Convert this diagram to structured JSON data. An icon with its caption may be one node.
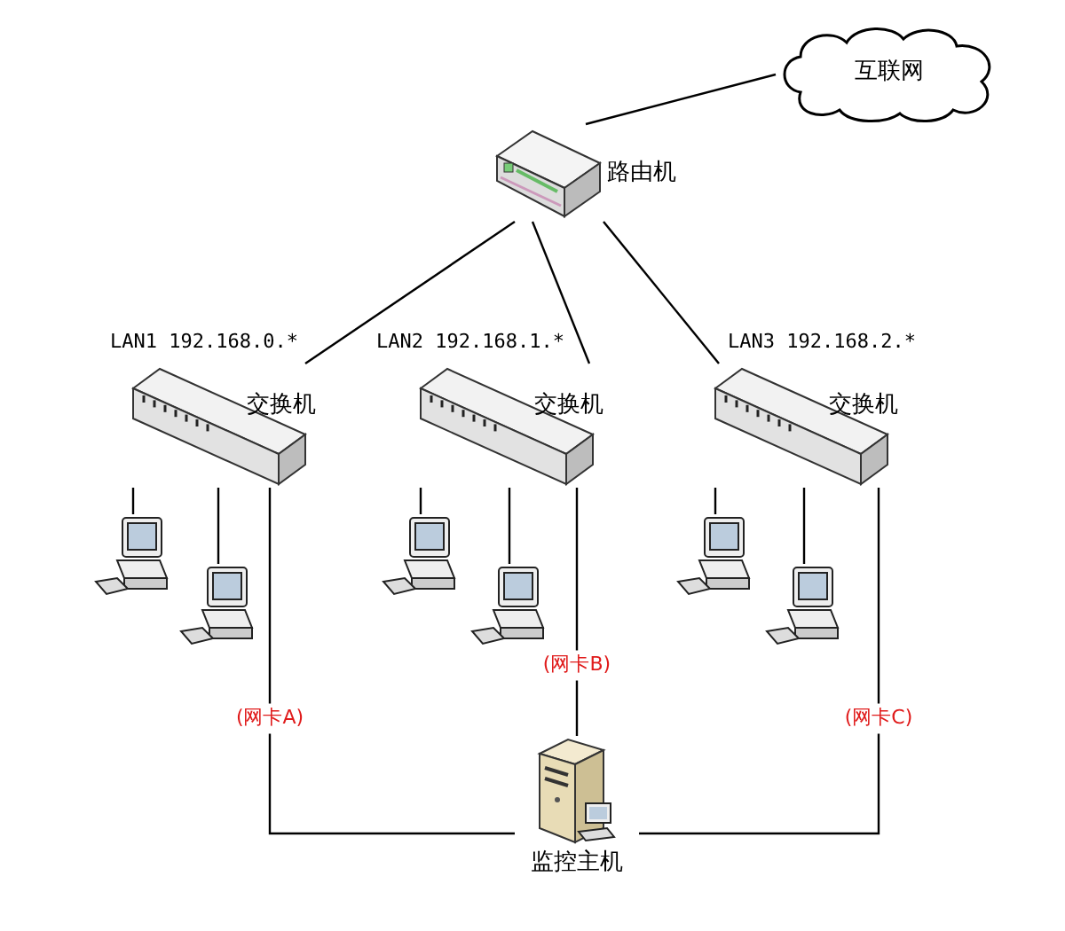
{
  "diagram": {
    "nodes": [
      {
        "text": [
          "互联网"
        ]
      },
      {
        "text": [
          "路由机"
        ]
      },
      {
        "text": [
          "交换机"
        ],
        "beside": [
          "LAN1 192.168.0.*"
        ]
      },
      {
        "text": [
          "交换机"
        ],
        "beside": [
          "LAN2 192.168.1.*"
        ]
      },
      {
        "text": [
          "交换机"
        ],
        "beside": [
          "LAN3 192.168.2.*"
        ]
      },
      {
        "text": [],
        "shape": "picture"
      },
      {
        "text": [],
        "shape": "picture"
      },
      {
        "text": [],
        "shape": "picture"
      },
      {
        "text": [],
        "shape": "picture"
      },
      {
        "text": [],
        "shape": "picture"
      },
      {
        "text": [],
        "shape": "picture"
      },
      {
        "text": [
          "监控主机"
        ]
      }
    ],
    "edges": [
      {
        "from": 1,
        "to": 0,
        "arrow": "none"
      },
      {
        "from": 1,
        "to": 2,
        "arrow": "none"
      },
      {
        "from": 1,
        "to": 3,
        "arrow": "none"
      },
      {
        "from": 1,
        "to": 4,
        "arrow": "none"
      },
      {
        "from": 2,
        "to": 5,
        "arrow": "none"
      },
      {
        "from": 2,
        "to": 6,
        "arrow": "none"
      },
      {
        "from": 3,
        "to": 7,
        "arrow": "none"
      },
      {
        "from": 3,
        "to": 8,
        "arrow": "none"
      },
      {
        "from": 4,
        "to": 9,
        "arrow": "none"
      },
      {
        "from": 4,
        "to": 10,
        "arrow": "none"
      },
      {
        "from": 2,
        "to": 11,
        "arrow": "none",
        "label": "(网卡A)"
      },
      {
        "from": 3,
        "to": 11,
        "arrow": "none",
        "label": "(网卡B)"
      },
      {
        "from": 4,
        "to": 11,
        "arrow": "none",
        "label": "(网卡C)"
      }
    ]
  }
}
